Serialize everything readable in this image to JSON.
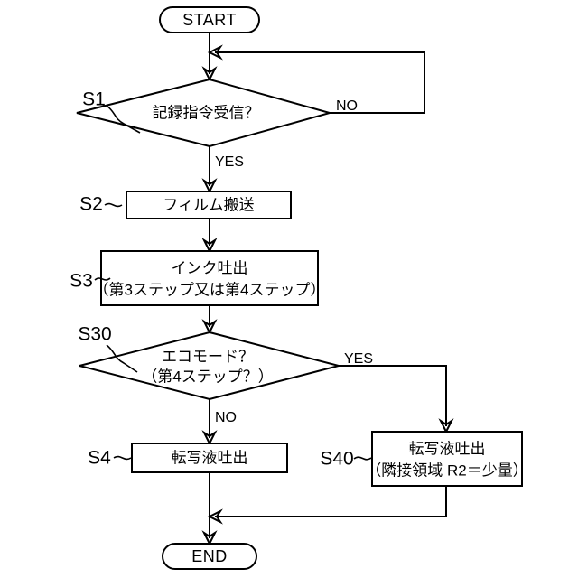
{
  "diagram": {
    "type": "flowchart",
    "title": "",
    "orientation": "top-to-bottom",
    "nodes": {
      "start": {
        "id": "start",
        "shape": "terminator",
        "label": "START"
      },
      "s1": {
        "id": "S1",
        "shape": "decision",
        "label": "記録指令受信？",
        "step_label": "S1"
      },
      "s2": {
        "id": "S2",
        "shape": "process",
        "label": "フィルム搬送",
        "step_label": "S2"
      },
      "s3": {
        "id": "S3",
        "shape": "process",
        "label_line1": "インク吐出",
        "label_line2": "（第3ステップ又は第4ステップ）",
        "step_label": "S3"
      },
      "s30": {
        "id": "S30",
        "shape": "decision",
        "label_line1": "エコモード？",
        "label_line2": "（第4ステップ？）",
        "step_label": "S30"
      },
      "s4": {
        "id": "S4",
        "shape": "process",
        "label": "転写液吐出",
        "step_label": "S4"
      },
      "s40": {
        "id": "S40",
        "shape": "process",
        "label_line1": "転写液吐出",
        "label_line2": "（隣接領域 R2＝少量）",
        "step_label": "S40"
      },
      "end": {
        "id": "end",
        "shape": "terminator",
        "label": "END"
      }
    },
    "branch_labels": {
      "s1_no": "NO",
      "s1_yes": "YES",
      "s30_yes": "YES",
      "s30_no": "NO"
    },
    "edges": [
      {
        "from": "start",
        "to": "s1",
        "label": ""
      },
      {
        "from": "s1",
        "to": "start-line",
        "label": "NO"
      },
      {
        "from": "s1",
        "to": "s2",
        "label": "YES"
      },
      {
        "from": "s2",
        "to": "s3",
        "label": ""
      },
      {
        "from": "s3",
        "to": "s30",
        "label": ""
      },
      {
        "from": "s30",
        "to": "s40",
        "label": "YES"
      },
      {
        "from": "s30",
        "to": "s4",
        "label": "NO"
      },
      {
        "from": "s4",
        "to": "end",
        "label": ""
      },
      {
        "from": "s40",
        "to": "end",
        "label": ""
      }
    ],
    "colors": {
      "stroke": "#000000",
      "fill": "#ffffff",
      "text": "#000000",
      "background": "#ffffff"
    }
  }
}
